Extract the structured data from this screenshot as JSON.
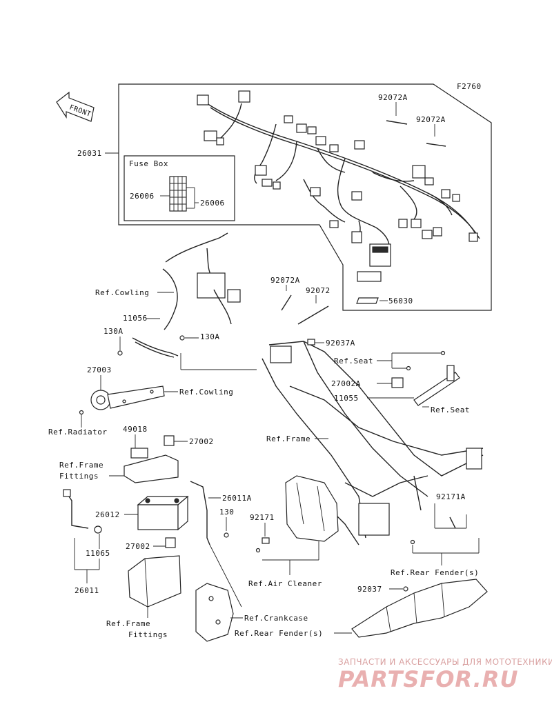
{
  "figure_code": "F2760",
  "front_arrow_label": "FRONT",
  "fuse_box": {
    "title": "Fuse Box",
    "left_part": "26006",
    "right_part": "26006"
  },
  "labels": {
    "p26031": "26031",
    "p92072A_top": "92072A",
    "p92072A_mid": "92072A",
    "p92072A_low": "92072A",
    "p92072": "92072",
    "p56030": "56030",
    "ref_cowling_1": "Ref.Cowling",
    "p11056": "11056",
    "p130A_left": "130A",
    "p130A_right": "130A",
    "p92037A": "92037A",
    "ref_seat_1": "Ref.Seat",
    "p27002A": "27002A",
    "p11055": "11055",
    "ref_seat_2": "Ref.Seat",
    "p27003": "27003",
    "ref_cowling_2": "Ref.Cowling",
    "ref_radiator": "Ref.Radiator",
    "p49018": "49018",
    "p27002_top": "27002",
    "ref_frame_fittings_1a": "Ref.Frame",
    "ref_frame_fittings_1b": "Fittings",
    "ref_frame": "Ref.Frame",
    "p26011A": "26011A",
    "p130": "130",
    "p26012": "26012",
    "p92171": "92171",
    "p92171A": "92171A",
    "p11065": "11065",
    "p27002_low": "27002",
    "ref_air_cleaner": "Ref.Air Cleaner",
    "ref_rear_fender_1": "Ref.Rear Fender(s)",
    "p26011": "26011",
    "p92037": "92037",
    "ref_crankcase": "Ref.Crankcase",
    "ref_frame_fittings_2a": "Ref.Frame",
    "ref_frame_fittings_2b": "Fittings",
    "ref_rear_fender_2": "Ref.Rear Fender(s)"
  },
  "watermark": {
    "tagline": "ЗАПЧАСТИ И АКСЕССУАРЫ ДЛЯ МОТОТЕХНИКИ",
    "logo": "PARTSFOR.RU"
  }
}
